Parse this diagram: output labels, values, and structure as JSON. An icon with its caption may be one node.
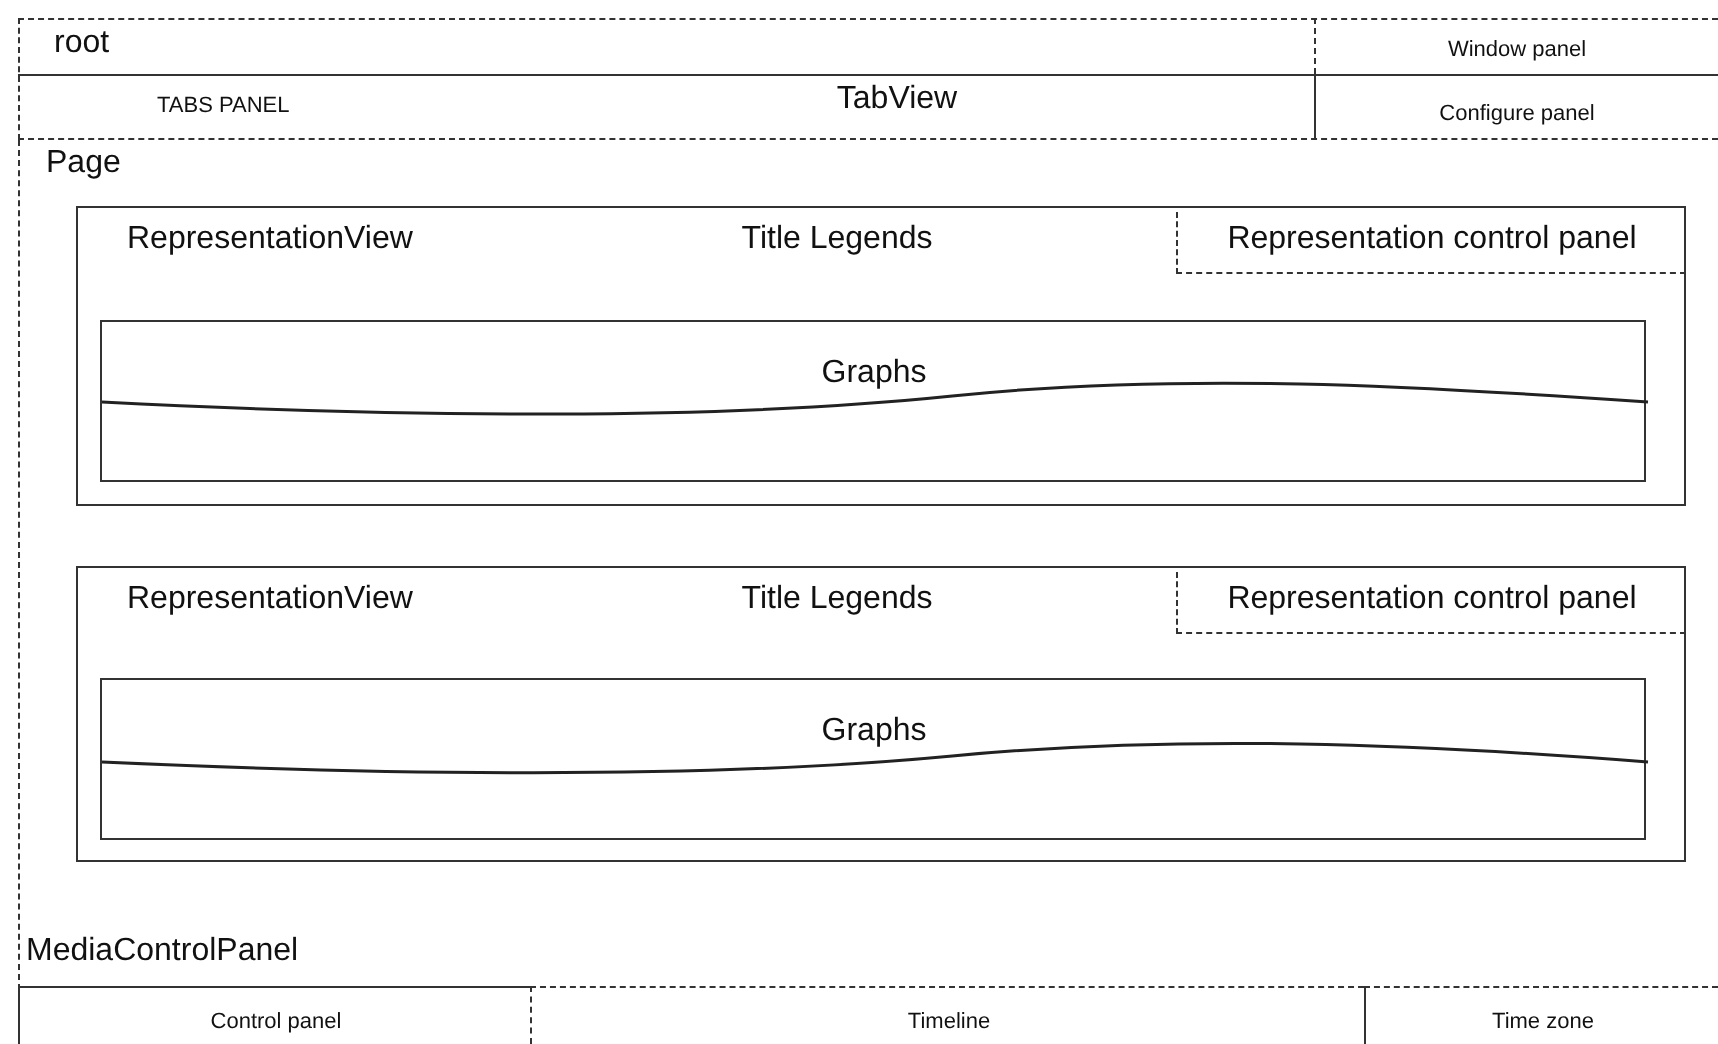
{
  "diagram": {
    "nodes": [
      {
        "text": [
          "root"
        ]
      },
      {
        "text": [
          "Window panel"
        ],
        "in": 0
      },
      {
        "text": [
          "TABS PANEL",
          "TabView"
        ],
        "in": 0
      },
      {
        "text": [
          "Configure panel"
        ],
        "in": 0
      },
      {
        "text": [
          "Page"
        ]
      },
      {
        "text": [
          "RepresentationView",
          "Title Legends"
        ],
        "in": 4
      },
      {
        "text": [
          "Representation control panel"
        ],
        "in": 5
      },
      {
        "text": [
          "Graphs"
        ],
        "in": 5
      },
      {
        "text": [
          "RepresentationView",
          "Title Legends"
        ],
        "in": 4
      },
      {
        "text": [
          "Representation control panel"
        ],
        "in": 8
      },
      {
        "text": [
          "Graphs"
        ],
        "in": 8
      },
      {
        "text": [
          "MediaControlPanel"
        ]
      },
      {
        "text": [
          "Control panel"
        ],
        "in": 11
      },
      {
        "text": [
          "Timeline"
        ],
        "in": 11
      },
      {
        "text": [
          "Time zone"
        ],
        "in": 11
      }
    ],
    "edges": []
  }
}
